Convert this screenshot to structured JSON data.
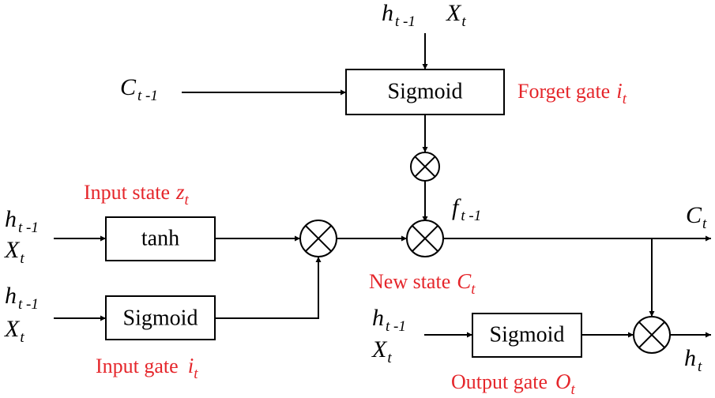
{
  "colors": {
    "line": "#000000",
    "accent": "#e5262b",
    "background": "#ffffff"
  },
  "boxes": {
    "forget_sigmoid": "Sigmoid",
    "tanh": "tanh",
    "input_sigmoid": "Sigmoid",
    "output_sigmoid": "Sigmoid"
  },
  "labels": {
    "forget_gate": "Forget gate",
    "forget_gate_var": "i",
    "forget_gate_sub": "t",
    "input_state": "Input state",
    "input_state_var": "z",
    "input_state_sub": "t",
    "input_gate": "Input gate",
    "input_gate_var": "i",
    "input_gate_sub": "t",
    "new_state": "New state",
    "new_state_var": "C",
    "new_state_sub": "t",
    "output_gate": "Output gate",
    "output_gate_var": "O",
    "output_gate_sub": "t"
  },
  "vars": {
    "h": "h",
    "X": "X",
    "C": "C",
    "f": "f",
    "t": "t",
    "t_minus_1": "t -1"
  }
}
